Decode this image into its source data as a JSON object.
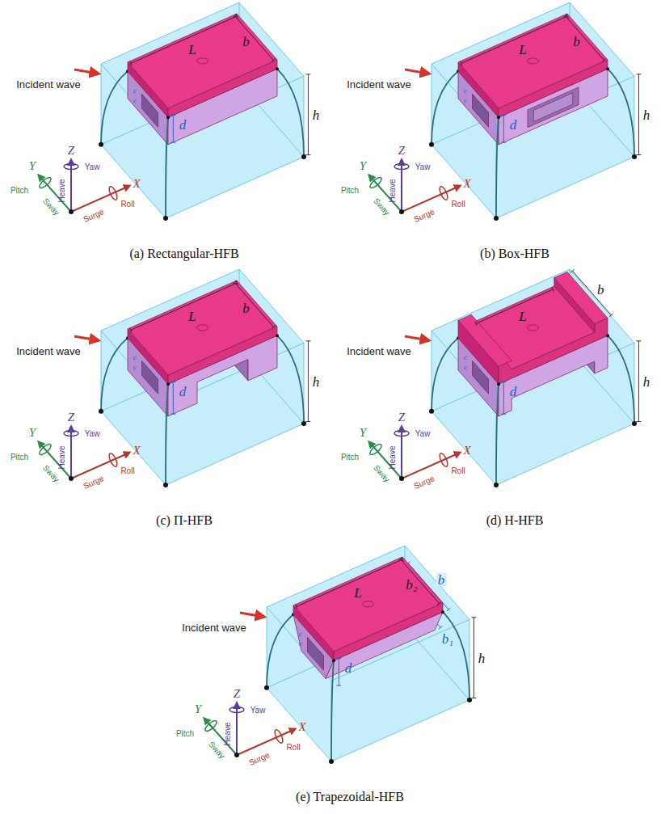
{
  "diagram": {
    "labels": [
      "L",
      "b",
      "c",
      "c",
      "d",
      "h",
      "Incident wave",
      "Z",
      "Yaw",
      "Y",
      "Pitch",
      "Sway",
      "Heave",
      "X",
      "Surge",
      "Roll",
      "(a) Rectangular-HFB",
      "L",
      "b",
      "c",
      "c",
      "d",
      "h",
      "Incident wave",
      "Z",
      "Yaw",
      "Y",
      "Pitch",
      "Sway",
      "Heave",
      "X",
      "Surge",
      "Roll",
      "(b) Box-HFB",
      "L",
      "b",
      "c",
      "c",
      "d",
      "h",
      "Incident wave",
      "Z",
      "Yaw",
      "Y",
      "Pitch",
      "Sway",
      "Heave",
      "X",
      "Surge",
      "Roll",
      "(c) Π-HFB",
      "L",
      "b",
      "c",
      "c",
      "d",
      "h",
      "Incident wave",
      "Z",
      "Yaw",
      "Y",
      "Pitch",
      "Sway",
      "Heave",
      "X",
      "Surge",
      "Roll",
      "(d) H-HFB",
      "L",
      "b₂",
      "b",
      "b₁",
      "c",
      "c",
      "d",
      "h",
      "Incident wave",
      "Z",
      "Yaw",
      "Y",
      "Pitch",
      "Sway",
      "Heave",
      "X",
      "Surge",
      "Roll",
      "(e) Trapezoidal-HFB"
    ]
  }
}
